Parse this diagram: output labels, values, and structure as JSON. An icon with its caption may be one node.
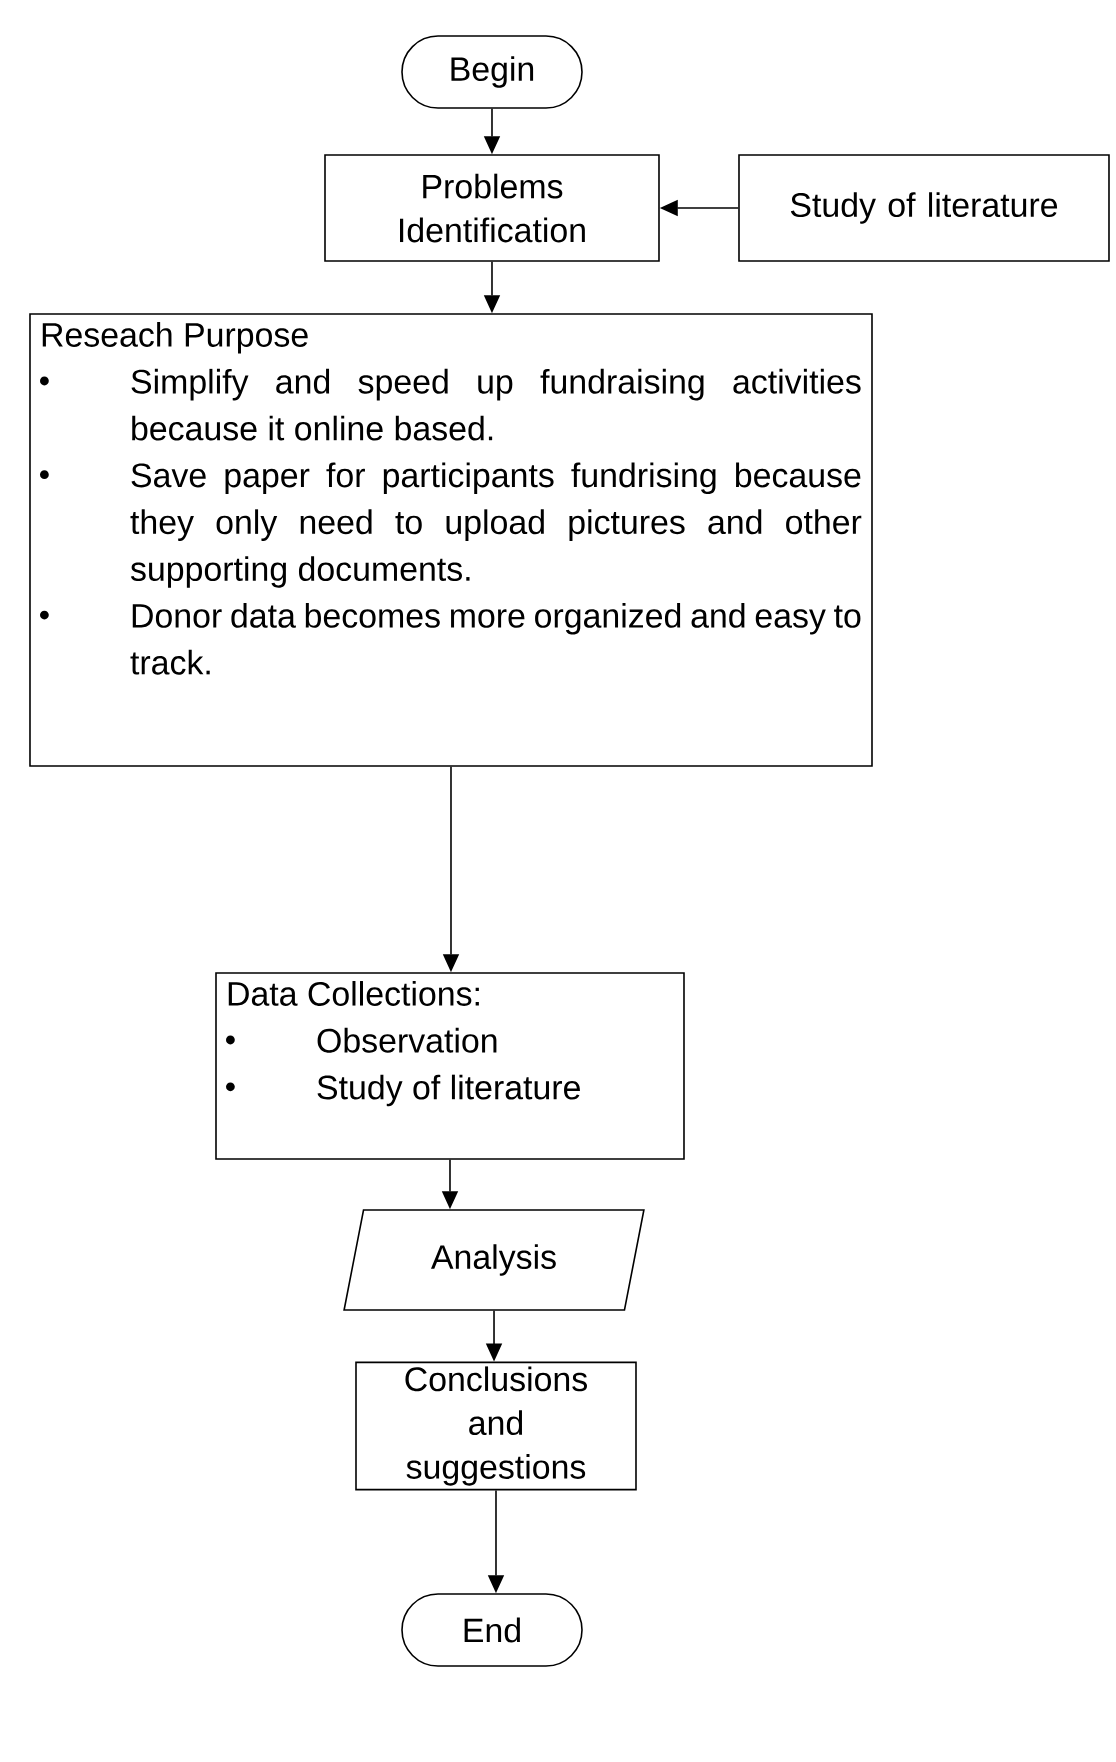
{
  "diagram": {
    "nodes": [
      {
        "text": [
          "Begin"
        ]
      },
      {
        "text": [
          "Problems Identification"
        ]
      },
      {
        "text": [
          "Study of literature"
        ]
      },
      {
        "text": [
          "Reseach Purpose",
          "Simplify and speed up fundraising activities because it online based.",
          "Save paper for participants fundrising because they only need to upload pictures and other supporting documents.",
          "Donor data becomes more organized and easy to track."
        ]
      },
      {
        "text": [
          "Data Collections:",
          "Observation",
          "Study of literature"
        ]
      },
      {
        "text": [
          "Analysis"
        ]
      },
      {
        "text": [
          "Conclusions and suggestions"
        ]
      },
      {
        "text": [
          "End"
        ]
      }
    ],
    "edges": [
      {
        "from": 0,
        "to": 1,
        "arrow": "to"
      },
      {
        "from": 2,
        "to": 1,
        "arrow": "to"
      },
      {
        "from": 1,
        "to": 3,
        "arrow": "to"
      },
      {
        "from": 3,
        "to": 4,
        "arrow": "to"
      },
      {
        "from": 4,
        "to": 5,
        "arrow": "to"
      },
      {
        "from": 5,
        "to": 6,
        "arrow": "to"
      },
      {
        "from": 6,
        "to": 7,
        "arrow": "to"
      }
    ]
  }
}
